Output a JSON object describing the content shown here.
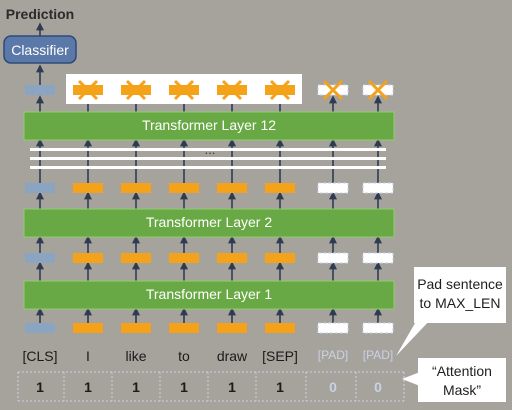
{
  "title": "Prediction",
  "classifier_label": "Classifier",
  "layers": [
    {
      "label": "Transformer Layer 12"
    },
    {
      "label": "Transformer Layer 2"
    },
    {
      "label": "Transformer Layer 1"
    }
  ],
  "ellipsis": "...",
  "tokens": [
    {
      "text": "[CLS]",
      "mask": "1",
      "kind": "cls"
    },
    {
      "text": "I",
      "mask": "1",
      "kind": "word"
    },
    {
      "text": "like",
      "mask": "1",
      "kind": "word"
    },
    {
      "text": "to",
      "mask": "1",
      "kind": "word"
    },
    {
      "text": "draw",
      "mask": "1",
      "kind": "word"
    },
    {
      "text": "[SEP]",
      "mask": "1",
      "kind": "word"
    },
    {
      "text": "[PAD]",
      "mask": "0",
      "kind": "pad"
    },
    {
      "text": "[PAD]",
      "mask": "0",
      "kind": "pad"
    }
  ],
  "callouts": {
    "pad": "Pad sentence to MAX_LEN",
    "mask": "“Attention Mask”"
  },
  "colors": {
    "background": "#a6a29c",
    "layer": "#69a945",
    "layer_border": "#8fcf6c",
    "token": "#f4a21a",
    "cls": "#8aa4c2",
    "pad": "#ffffff",
    "cross": "#f4a21a",
    "arrow": "#2f3b52"
  }
}
